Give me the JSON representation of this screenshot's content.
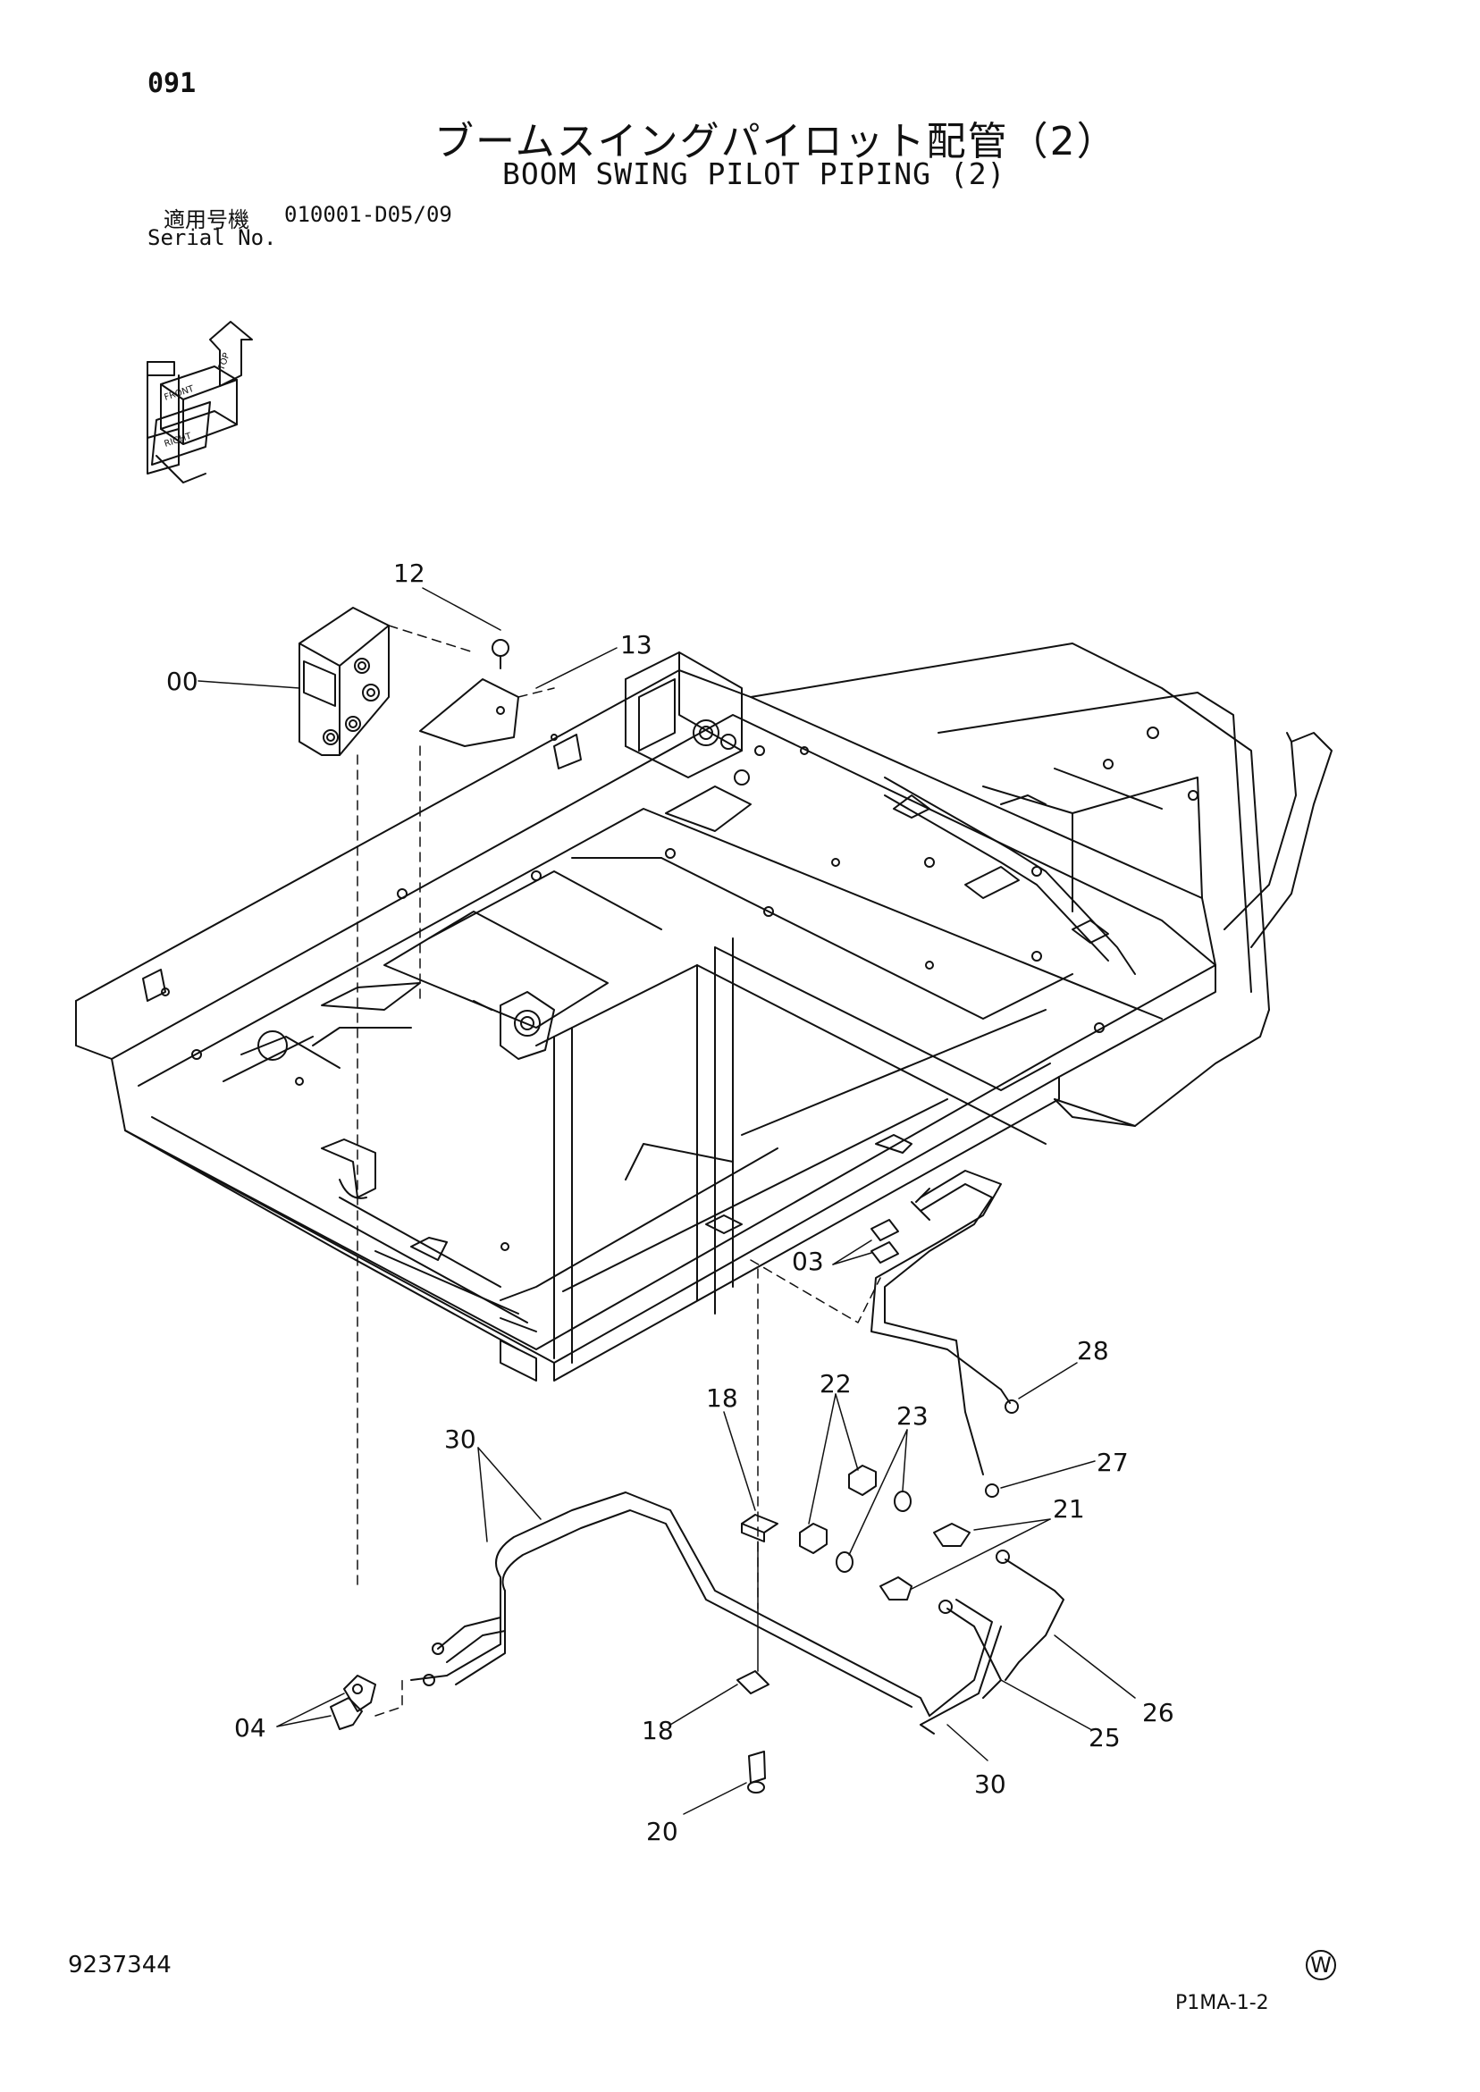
{
  "header": {
    "page_number": "091",
    "title_jp": "ブームスイングパイロット配管（2）",
    "title_en": "BOOM SWING PILOT PIPING (2)",
    "serial_label_jp": "適用号機",
    "serial_value": "010001-D05/09",
    "serial_label_en": "Serial No."
  },
  "orientation_icon": {
    "labels": [
      "TOP",
      "FRONT",
      "RIGHT"
    ]
  },
  "callouts": [
    "12",
    "13",
    "00",
    "03",
    "28",
    "18",
    "22",
    "23",
    "27",
    "30",
    "21",
    "26",
    "04",
    "18",
    "25",
    "30",
    "20"
  ],
  "footer": {
    "drawing_number": "9237344",
    "copyright_mark": "W",
    "page_code": "P1MA-1-2"
  }
}
